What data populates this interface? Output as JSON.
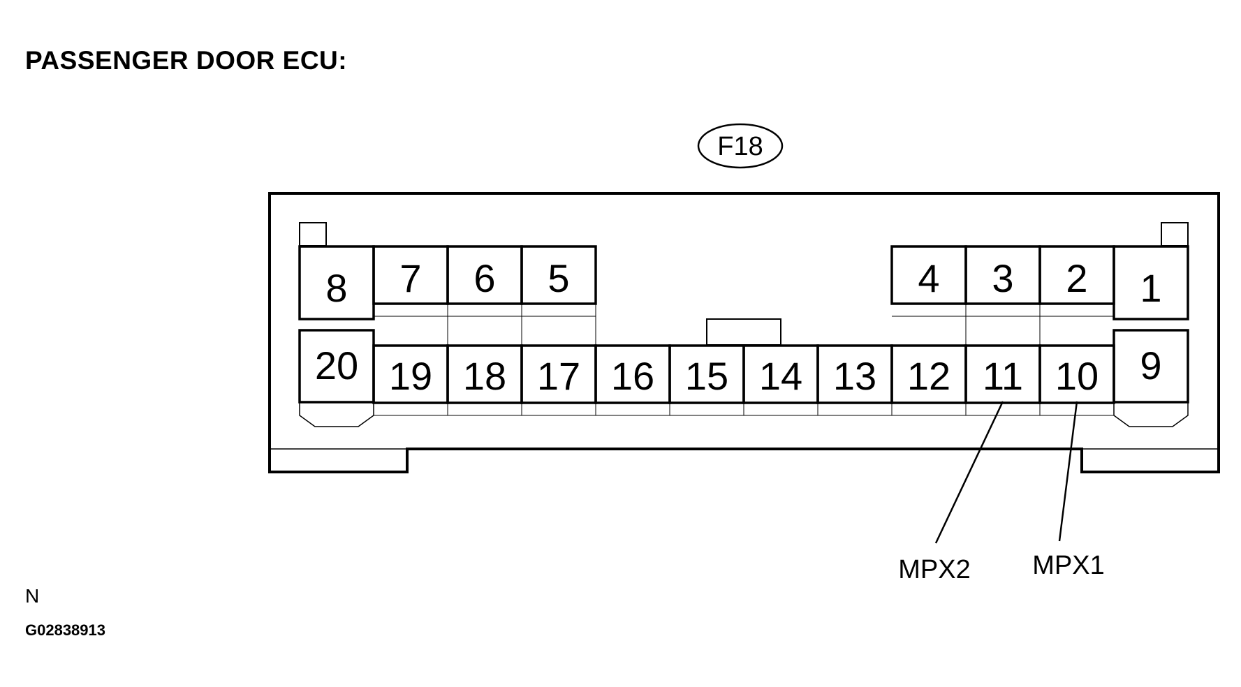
{
  "title": "PASSENGER DOOR ECU:",
  "connector_id": "F18",
  "pins_top_row": [
    "8",
    "7",
    "6",
    "5",
    "4",
    "3",
    "2",
    "1"
  ],
  "pins_bottom_row": [
    "20",
    "19",
    "18",
    "17",
    "16",
    "15",
    "14",
    "13",
    "12",
    "11",
    "10",
    "9"
  ],
  "callouts": {
    "pin11": "MPX2",
    "pin10": "MPX1"
  },
  "code_letter": "N",
  "figure_id": "G02838913"
}
